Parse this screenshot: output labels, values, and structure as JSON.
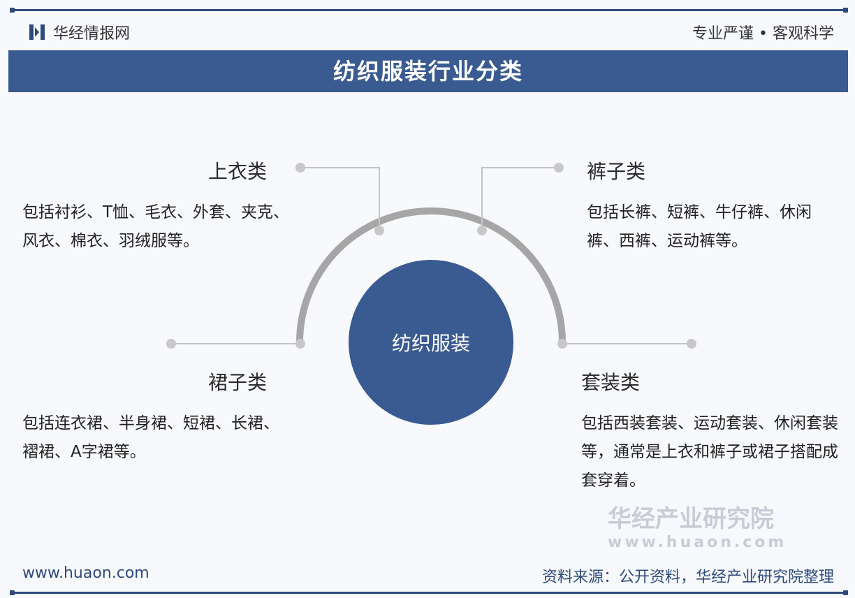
{
  "header": {
    "logo_text": "华经情报网",
    "slogan": "专业严谨 • 客观科学"
  },
  "title": "纺织服装行业分类",
  "center": "纺织服装",
  "categories": [
    {
      "name": "上衣类",
      "desc": "包括衬衫、T恤、毛衣、外套、夹克、风衣、棉衣、羽绒服等。"
    },
    {
      "name": "裤子类",
      "desc": "包括长裤、短裤、牛仔裤、休闲裤、西裤、运动裤等。"
    },
    {
      "name": "裙子类",
      "desc": "包括连衣裙、半身裙、短裙、长裙、褶裙、A字裙等。"
    },
    {
      "name": "套装类",
      "desc": "包括西装套装、运动套装、休闲套装等，通常是上衣和裤子或裙子搭配成套穿着。"
    }
  ],
  "watermark": {
    "name": "华经产业研究院",
    "url": "www.huaon.com"
  },
  "footer": {
    "url": "www.huaon.com",
    "source": "资料来源：公开资料，华经产业研究院整理"
  }
}
